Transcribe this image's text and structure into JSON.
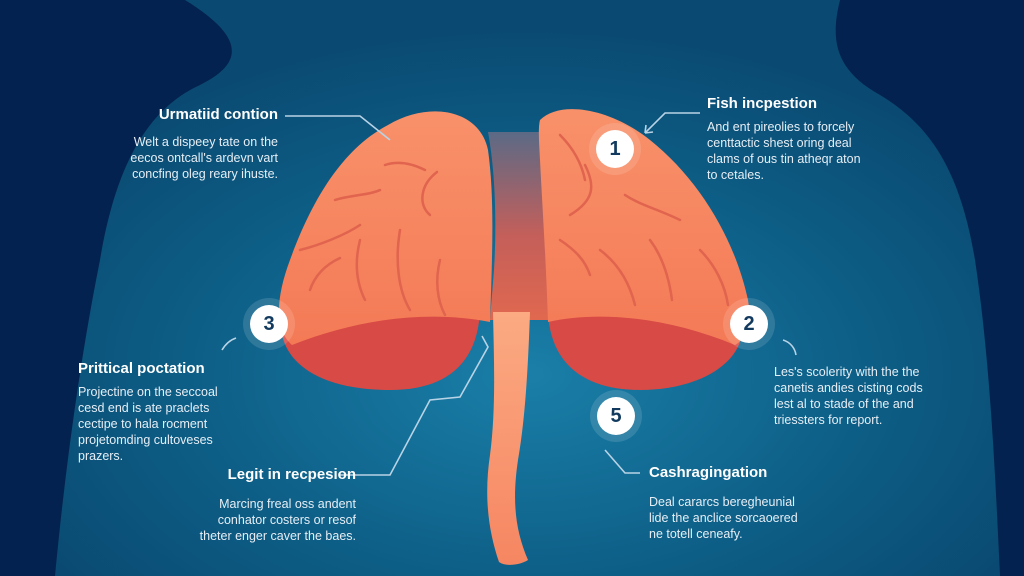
{
  "colors": {
    "background_dark": "#04224f",
    "silhouette": "#0d5a80",
    "organ_light": "#f7845e",
    "organ_lower": "#d84a45",
    "vein": "#e0644e",
    "trachea": "#f9906a",
    "connector_line": "#b9d3e6",
    "badge_text": "#123a5e"
  },
  "callouts": [
    {
      "id": "top-left",
      "title": "Urmatiid contion",
      "lines": [
        "Welt a dispeey tate on the",
        "eecos ontcall's ardevn vart",
        "concfing oleg reary ihuste."
      ]
    },
    {
      "id": "top-right",
      "title": "Fish incpestion",
      "lines": [
        "And ent pireolies to forcely",
        "centtactic shest oring deal",
        "clams of ous tin atheqr aton",
        "to cetales."
      ]
    },
    {
      "id": "mid-left",
      "title": "Prittical poctation",
      "lines": [
        "Projectine on the seccoal",
        "cesd end is ate praclets",
        "cectipe to hala rocment",
        "projetomding cultoveses",
        "prazers."
      ]
    },
    {
      "id": "mid-right",
      "title": "",
      "lines": [
        "Les's scolerity with the the",
        "canetis andies cisting cods",
        "lest al to stade of the and",
        "triessters for report."
      ]
    },
    {
      "id": "bottom-left",
      "title": "Legit in recpesion",
      "lines": [
        "Marcing freal oss andent",
        "conhator costers or resof",
        "theter enger caver the baes."
      ]
    },
    {
      "id": "bottom-right",
      "title": "Cashragingation",
      "lines": [
        "Deal cararcs beregheunial",
        "lide the anclice sorcaoered",
        "ne totell ceneafy."
      ]
    }
  ],
  "badges": [
    {
      "number": "1"
    },
    {
      "number": "2"
    },
    {
      "number": "3"
    },
    {
      "number": "5"
    }
  ]
}
